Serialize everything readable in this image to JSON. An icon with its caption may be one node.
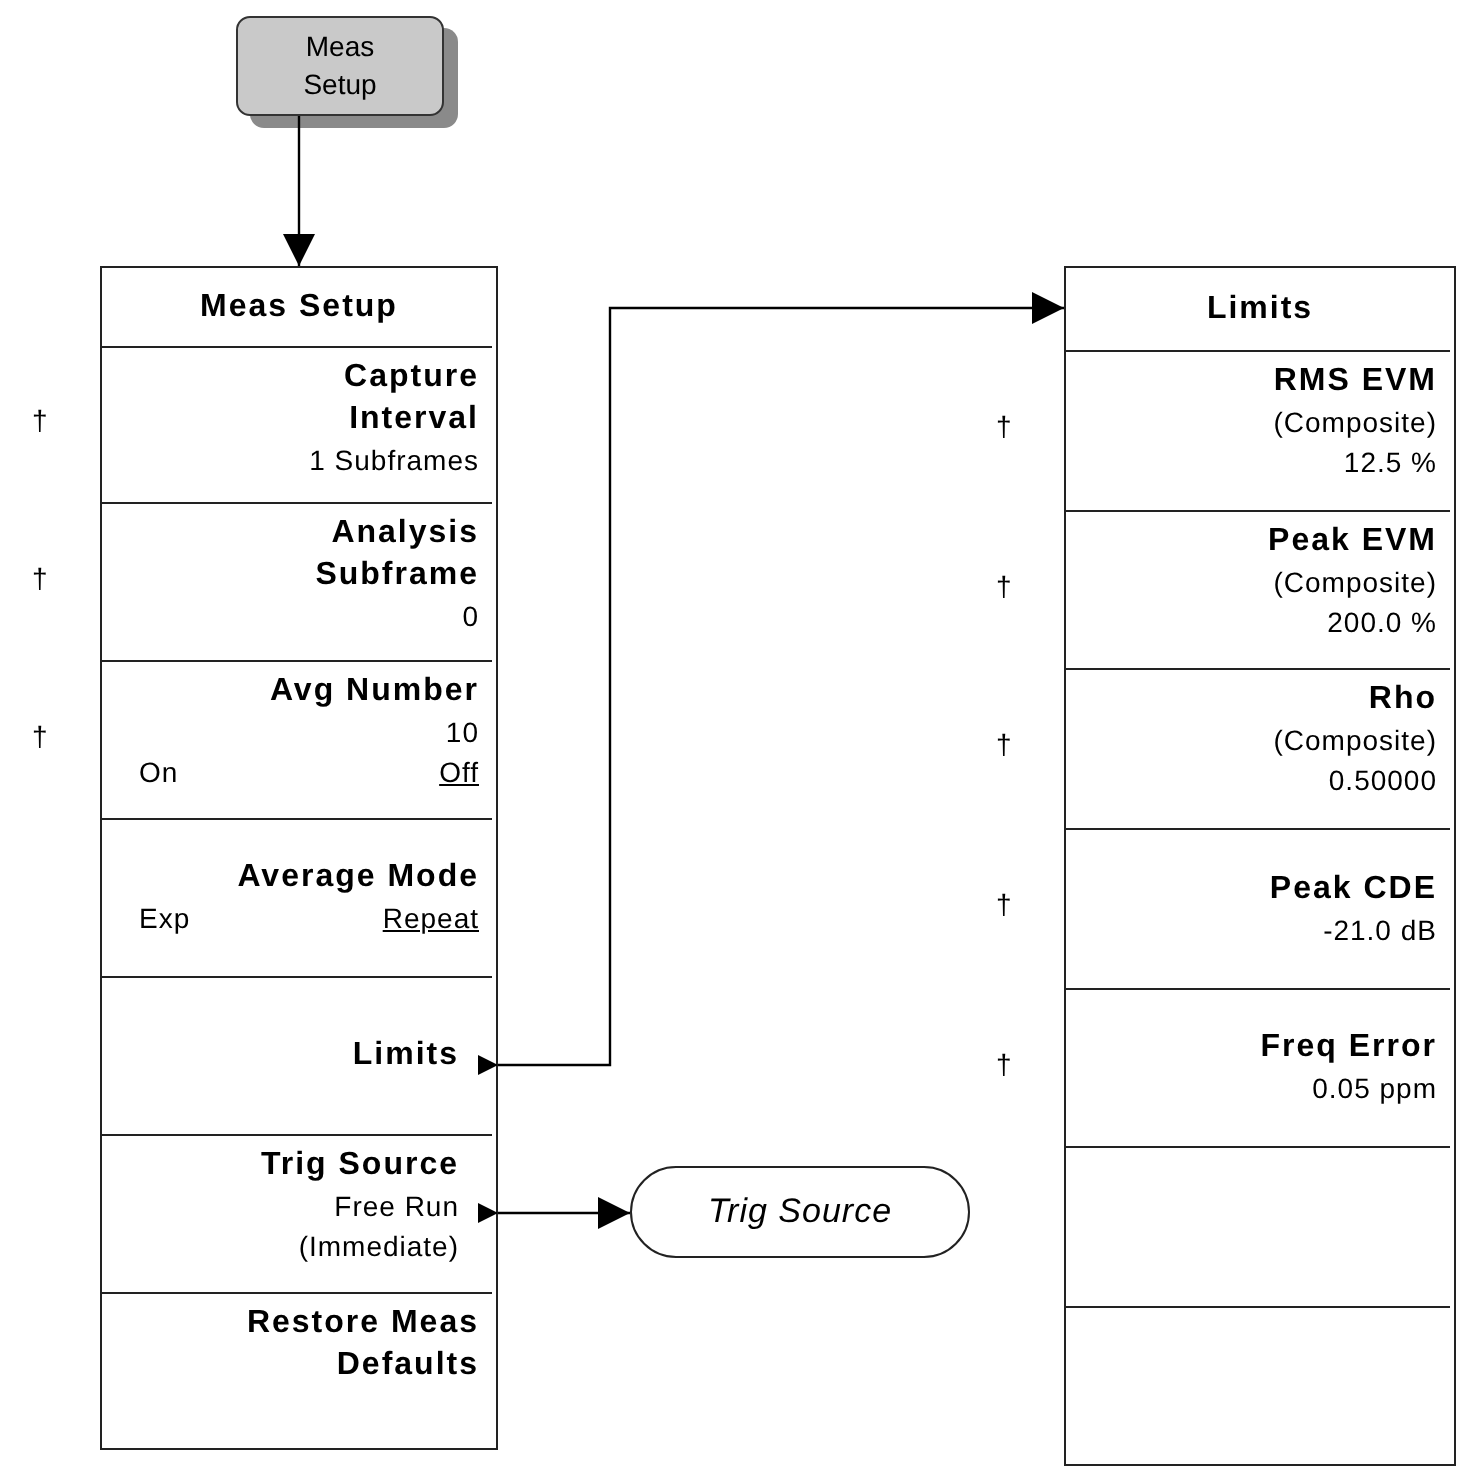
{
  "diagram": {
    "nodes": [
      {
        "text": [
          "Meas Setup"
        ]
      },
      {
        "text": [
          "Meas Setup"
        ]
      },
      {
        "text": [
          "Capture Interval",
          "1 Subframes"
        ],
        "in": 1,
        "beside": [
          "†"
        ]
      },
      {
        "text": [
          "Analysis Subframe",
          "0"
        ],
        "in": 1,
        "beside": [
          "†"
        ]
      },
      {
        "text": [
          "Avg Number",
          "10",
          "On",
          "Off"
        ],
        "in": 1,
        "beside": [
          "†"
        ]
      },
      {
        "text": [
          "Average Mode",
          "Exp",
          "Repeat"
        ],
        "in": 1
      },
      {
        "text": [
          "Limits"
        ],
        "in": 1
      },
      {
        "text": [
          "Trig Source",
          "Free Run",
          "(Immediate)"
        ],
        "in": 1
      },
      {
        "text": [
          "Restore Meas Defaults"
        ],
        "in": 1
      },
      {
        "text": [
          "Trig Source"
        ]
      },
      {
        "text": [
          "Limits"
        ]
      },
      {
        "text": [
          "RMS EVM",
          "(Composite)",
          "12.5 %"
        ],
        "in": 10,
        "beside": [
          "†"
        ]
      },
      {
        "text": [
          "Peak EVM",
          "(Composite)",
          "200.0 %"
        ],
        "in": 10,
        "beside": [
          "†"
        ]
      },
      {
        "text": [
          "Rho",
          "(Composite)",
          "0.50000"
        ],
        "in": 10,
        "beside": [
          "†"
        ]
      },
      {
        "text": [
          "Peak CDE",
          "-21.0 dB"
        ],
        "in": 10,
        "beside": [
          "†"
        ]
      },
      {
        "text": [
          "Freq Error",
          "0.05 ppm"
        ],
        "in": 10,
        "beside": [
          "†"
        ]
      },
      {
        "text": [],
        "shape": "box",
        "in": 10
      },
      {
        "text": [],
        "shape": "box",
        "in": 10
      }
    ],
    "edges": [
      {
        "from": 0,
        "to": 1,
        "arrow": "to"
      },
      {
        "from": 6,
        "to": 10,
        "arrow": "to"
      },
      {
        "from": 7,
        "to": 9,
        "arrow": "to"
      }
    ]
  }
}
